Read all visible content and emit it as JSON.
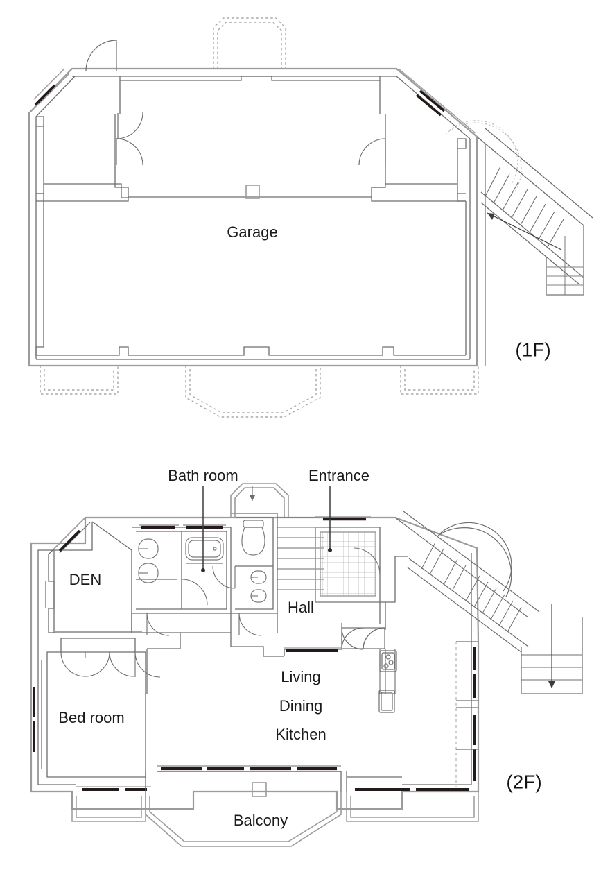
{
  "document": {
    "type": "architectural-floor-plan",
    "sheet_background": "#ffffff",
    "line_color_outer": "#9b9b9b",
    "line_color_inner": "#6d6d6d",
    "line_color_fixture": "#7a7a7a",
    "line_color_window": "#231a1a",
    "line_color_dashed": "#a9a9a9",
    "text_color": "#1a1a1a"
  },
  "floors": [
    {
      "id": "floor-1",
      "floor_label": "(1F)",
      "rooms": [
        {
          "name": "Garage",
          "label": "Garage"
        }
      ],
      "features": [
        "entry-door-top-left",
        "interior-door-left",
        "interior-door-right",
        "sliding-window-upper-left",
        "sliding-window-upper-right",
        "exterior-stair-run-up",
        "column-marker",
        "dashed-balcony-outline-north",
        "dashed-balcony-outline-south-left",
        "dashed-balcony-outline-south-center",
        "dashed-balcony-outline-south-right"
      ],
      "stair": {
        "direction": "up",
        "arrow": "up-left",
        "treads": 13
      }
    },
    {
      "id": "floor-2",
      "floor_label": "(2F)",
      "rooms": [
        {
          "name": "DEN",
          "label": "DEN"
        },
        {
          "name": "Bath room",
          "label": "Bath room",
          "callout": true
        },
        {
          "name": "Entrance",
          "label": "Entrance",
          "callout": true
        },
        {
          "name": "Hall",
          "label": "Hall"
        },
        {
          "name": "Bed room",
          "label": "Bed room"
        },
        {
          "name": "Living",
          "label": "Living"
        },
        {
          "name": "Dining",
          "label": "Dining"
        },
        {
          "name": "Kitchen",
          "label": "Kitchen"
        },
        {
          "name": "Balcony",
          "label": "Balcony"
        }
      ],
      "fixtures": [
        "wash-basin-upper",
        "wash-basin-lower",
        "bathtub",
        "toilet",
        "wc-basin-upper",
        "wc-basin-lower",
        "kitchen-cooktop",
        "kitchen-sink",
        "closet-double-door",
        "entrance-tile-floor"
      ],
      "stair": {
        "direction": "down",
        "arrow": "down",
        "treads": 13
      }
    }
  ],
  "labels": {
    "garage": "Garage",
    "floor1": "(1F)",
    "den": "DEN",
    "bath_room": "Bath room",
    "entrance": "Entrance",
    "hall": "Hall",
    "bed_room": "Bed room",
    "living": "Living",
    "dining": "Dining",
    "kitchen": "Kitchen",
    "balcony": "Balcony",
    "floor2": "(2F)"
  }
}
